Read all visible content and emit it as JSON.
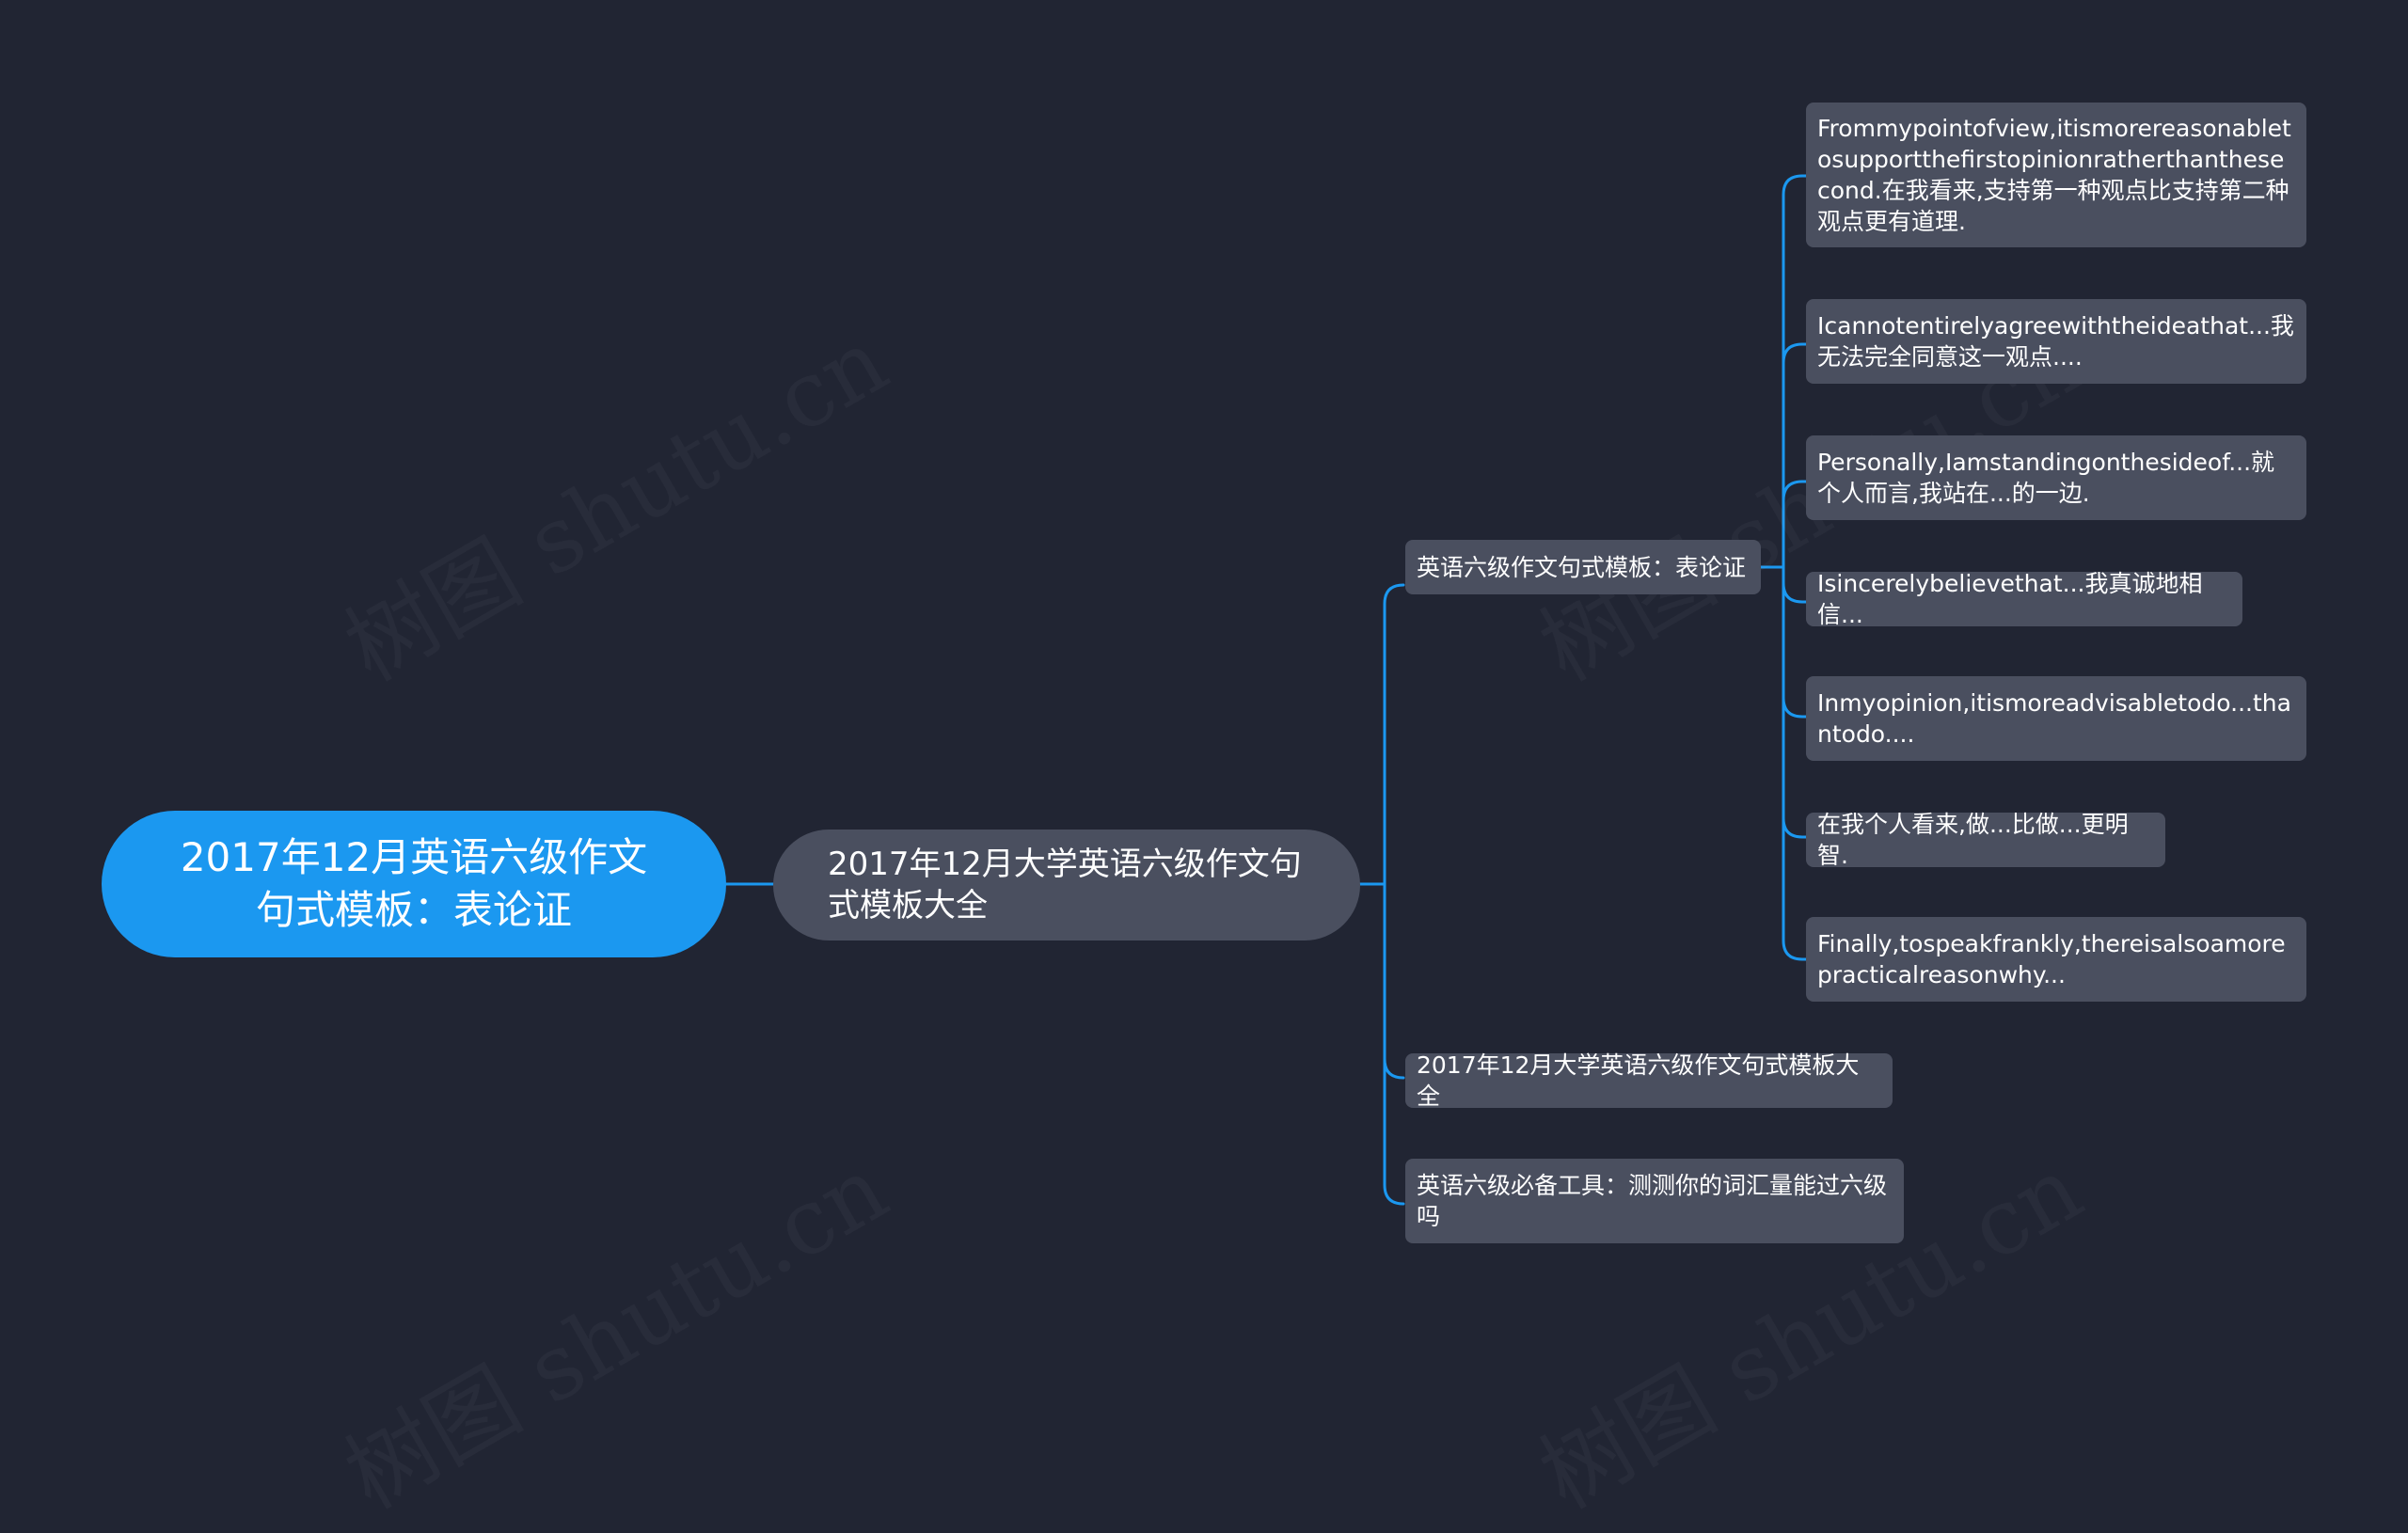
{
  "root": {
    "label": "2017年12月英语六级作文句式模板：表论证"
  },
  "branch": {
    "label": "2017年12月大学英语六级作文句式模板大全"
  },
  "subtopics": [
    {
      "label": "英语六级作文句式模板：表论证"
    },
    {
      "label": "2017年12月大学英语六级作文句式模板大全"
    },
    {
      "label": "英语六级必备工具：测测你的词汇量能过六级吗"
    }
  ],
  "leaves": [
    {
      "label": "Frommypointofview,itismorereasonabletosupportthefirstopinionratherthanthesecond.在我看来,支持第一种观点比支持第二种观点更有道理."
    },
    {
      "label": "Icannotentirelyagreewiththeideathat...我无法完全同意这一观点...."
    },
    {
      "label": "Personally,Iamstandingonthesideof...就个人而言,我站在...的一边."
    },
    {
      "label": "Isincerelybelievethat...我真诚地相信..."
    },
    {
      "label": "Inmyopinion,itismoreadvisabletodo...thantodo...."
    },
    {
      "label": "在我个人看来,做...比做...更明智."
    },
    {
      "label": "Finally,tospeakfrankly,thereisalsoamorepracticalreasonwhy..."
    }
  ],
  "watermark": "树图 shutu.cn",
  "colors": {
    "background": "#212533",
    "root": "#1b98f0",
    "node": "#4a4f5f",
    "link": "#1b98f0"
  }
}
